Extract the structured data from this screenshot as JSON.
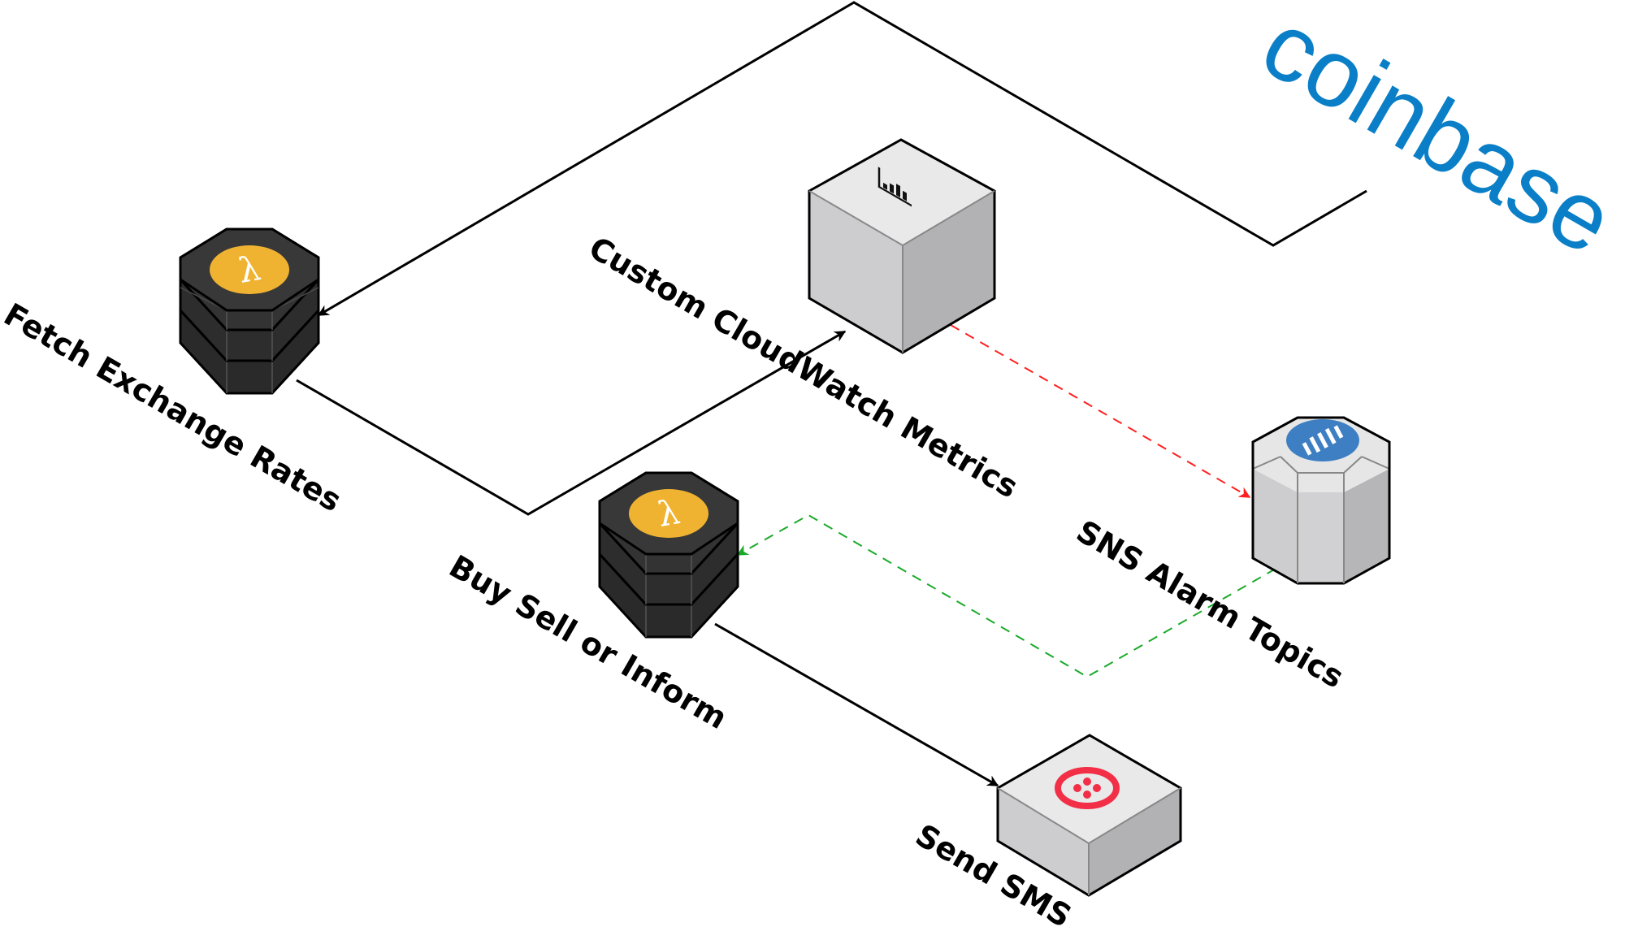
{
  "diagram": {
    "brand": {
      "text": "coinbase",
      "color": "#0a7fc7"
    },
    "nodes": {
      "fetch_rates": {
        "label": "Fetch Exchange Rates",
        "icon": "lambda-icon",
        "icon_color": "#f0b331",
        "body_color": "#2f2f2f"
      },
      "cloudwatch": {
        "label": "Custom CloudWatch Metrics",
        "icon": "bar-chart-icon",
        "body_color": "#cdcdcf"
      },
      "sns": {
        "label": "SNS Alarm Topics",
        "icon": "sns-icon",
        "icon_color": "#3d7fc2",
        "body_color": "#cdcdcf"
      },
      "buy_sell": {
        "label": "Buy Sell or Inform",
        "icon": "lambda-icon",
        "icon_color": "#f0b331",
        "body_color": "#2f2f2f"
      },
      "send_sms": {
        "label": "Send SMS",
        "icon": "twilio-icon",
        "icon_color": "#f22f46",
        "body_color": "#cdcdcf"
      }
    },
    "edges": [
      {
        "from": "coinbase",
        "to": "fetch_rates",
        "style": "solid",
        "color": "#000000"
      },
      {
        "from": "fetch_rates",
        "to": "cloudwatch",
        "style": "solid",
        "color": "#000000"
      },
      {
        "from": "cloudwatch",
        "to": "sns",
        "style": "dashed",
        "color": "#ff2020"
      },
      {
        "from": "sns",
        "to": "buy_sell",
        "style": "dashed",
        "color": "#1aaa2a"
      },
      {
        "from": "buy_sell",
        "to": "send_sms",
        "style": "solid",
        "color": "#000000"
      }
    ]
  }
}
